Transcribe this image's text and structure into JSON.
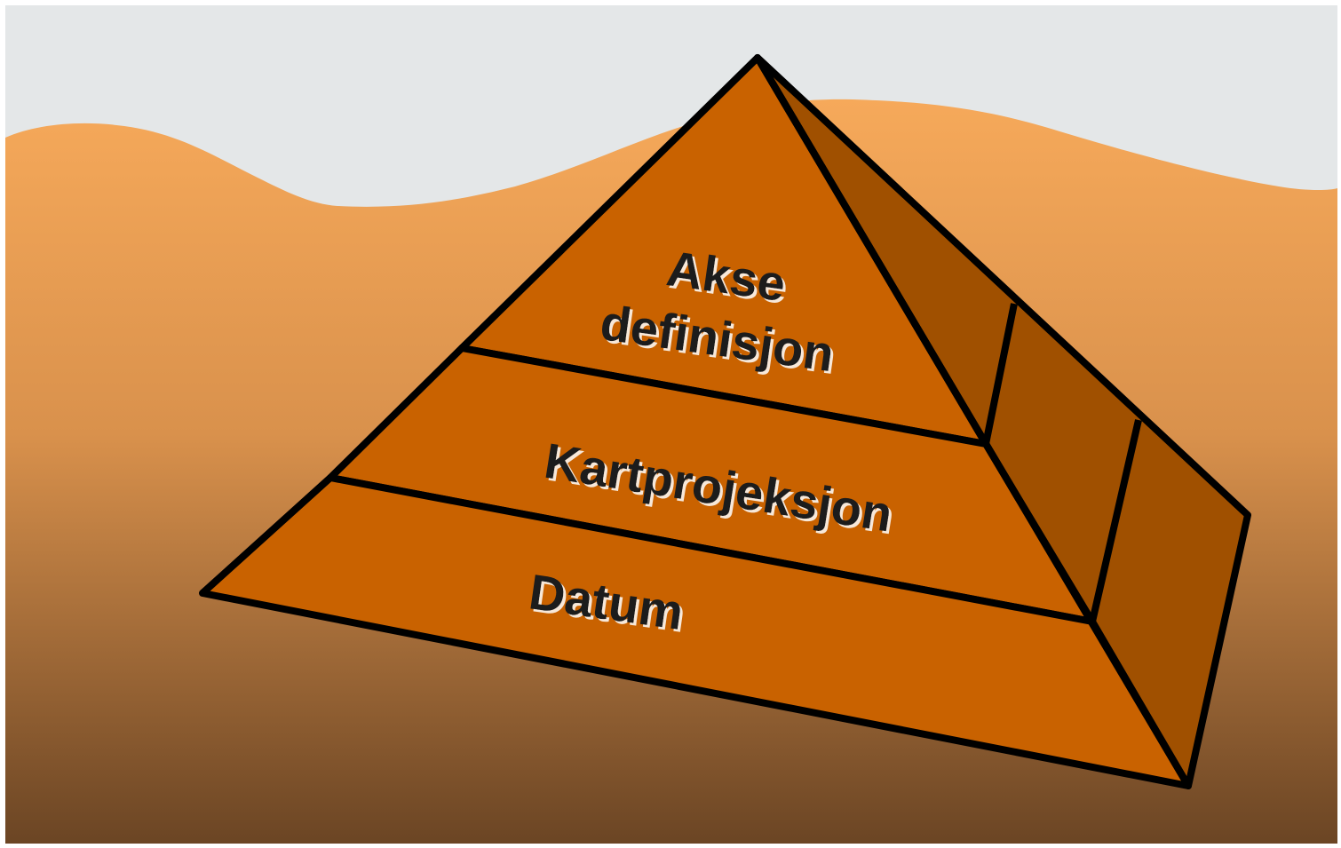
{
  "diagram": {
    "layers": [
      {
        "id": "top",
        "lines": [
          "Akse",
          "definisjon"
        ]
      },
      {
        "id": "middle",
        "lines": [
          "Kartprojeksjon"
        ]
      },
      {
        "id": "bottom",
        "lines": [
          "Datum"
        ]
      }
    ]
  },
  "colors": {
    "sky": "#e4e7e8",
    "sand_top": "#f6a95a",
    "sand_mid": "#d9914c",
    "sand_bottom": "#6b4524",
    "pyramid_front": "#c96200",
    "pyramid_side": "#a05000",
    "outline": "#000000"
  }
}
